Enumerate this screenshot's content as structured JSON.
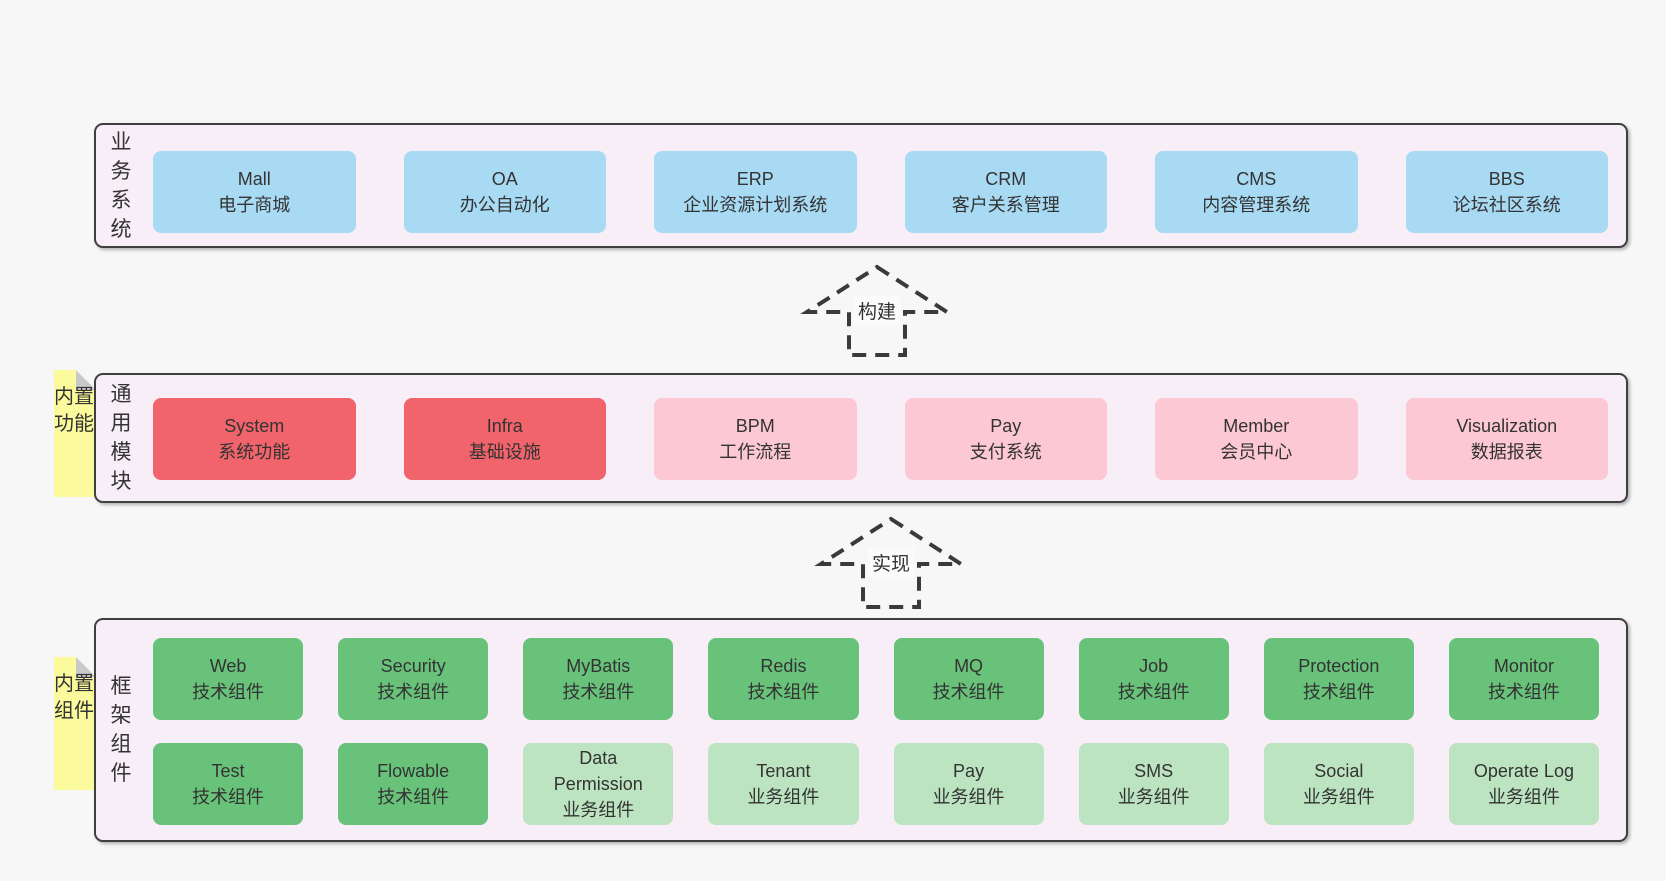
{
  "colors": {
    "page_bg": "#f7f7f7",
    "panel_bg": "#f8eef7",
    "panel_border": "#3f3f3f",
    "blue": "#a8daf3",
    "red": "#f1646c",
    "pink": "#fbc8d3",
    "green": "#68c279",
    "light_green": "#bce4c0",
    "note_yellow": "#fbfb9e",
    "fold_gray": "#c9c9c9",
    "text": "#333333",
    "arrow_stroke": "#3a3a3a"
  },
  "notes": {
    "features": "内置功能",
    "components": "内置组件"
  },
  "arrows": {
    "build": "构建",
    "implement": "实现"
  },
  "sections": {
    "business": {
      "label": "业务系统",
      "boxes": [
        {
          "en": "Mall",
          "zh": "电子商城"
        },
        {
          "en": "OA",
          "zh": "办公自动化"
        },
        {
          "en": "ERP",
          "zh": "企业资源计划系统"
        },
        {
          "en": "CRM",
          "zh": "客户关系管理"
        },
        {
          "en": "CMS",
          "zh": "内容管理系统"
        },
        {
          "en": "BBS",
          "zh": "论坛社区系统"
        }
      ]
    },
    "modules": {
      "label": "通用模块",
      "boxes": [
        {
          "en": "System",
          "zh": "系统功能"
        },
        {
          "en": "Infra",
          "zh": "基础设施"
        },
        {
          "en": "BPM",
          "zh": "工作流程"
        },
        {
          "en": "Pay",
          "zh": "支付系统"
        },
        {
          "en": "Member",
          "zh": "会员中心"
        },
        {
          "en": "Visualization",
          "zh": "数据报表"
        }
      ]
    },
    "framework": {
      "label": "框架组件",
      "row1": [
        {
          "en": "Web",
          "zh": "技术组件"
        },
        {
          "en": "Security",
          "zh": "技术组件"
        },
        {
          "en": "MyBatis",
          "zh": "技术组件"
        },
        {
          "en": "Redis",
          "zh": "技术组件"
        },
        {
          "en": "MQ",
          "zh": "技术组件"
        },
        {
          "en": "Job",
          "zh": "技术组件"
        },
        {
          "en": "Protection",
          "zh": "技术组件"
        },
        {
          "en": "Monitor",
          "zh": "技术组件"
        }
      ],
      "row2": [
        {
          "en": "Test",
          "zh": "技术组件"
        },
        {
          "en": "Flowable",
          "zh": "技术组件"
        },
        {
          "en": "Data\nPermission",
          "zh": "业务组件"
        },
        {
          "en": "Tenant",
          "zh": "业务组件"
        },
        {
          "en": "Pay",
          "zh": "业务组件"
        },
        {
          "en": "SMS",
          "zh": "业务组件"
        },
        {
          "en": "Social",
          "zh": "业务组件"
        },
        {
          "en": "Operate Log",
          "zh": "业务组件"
        }
      ]
    }
  }
}
